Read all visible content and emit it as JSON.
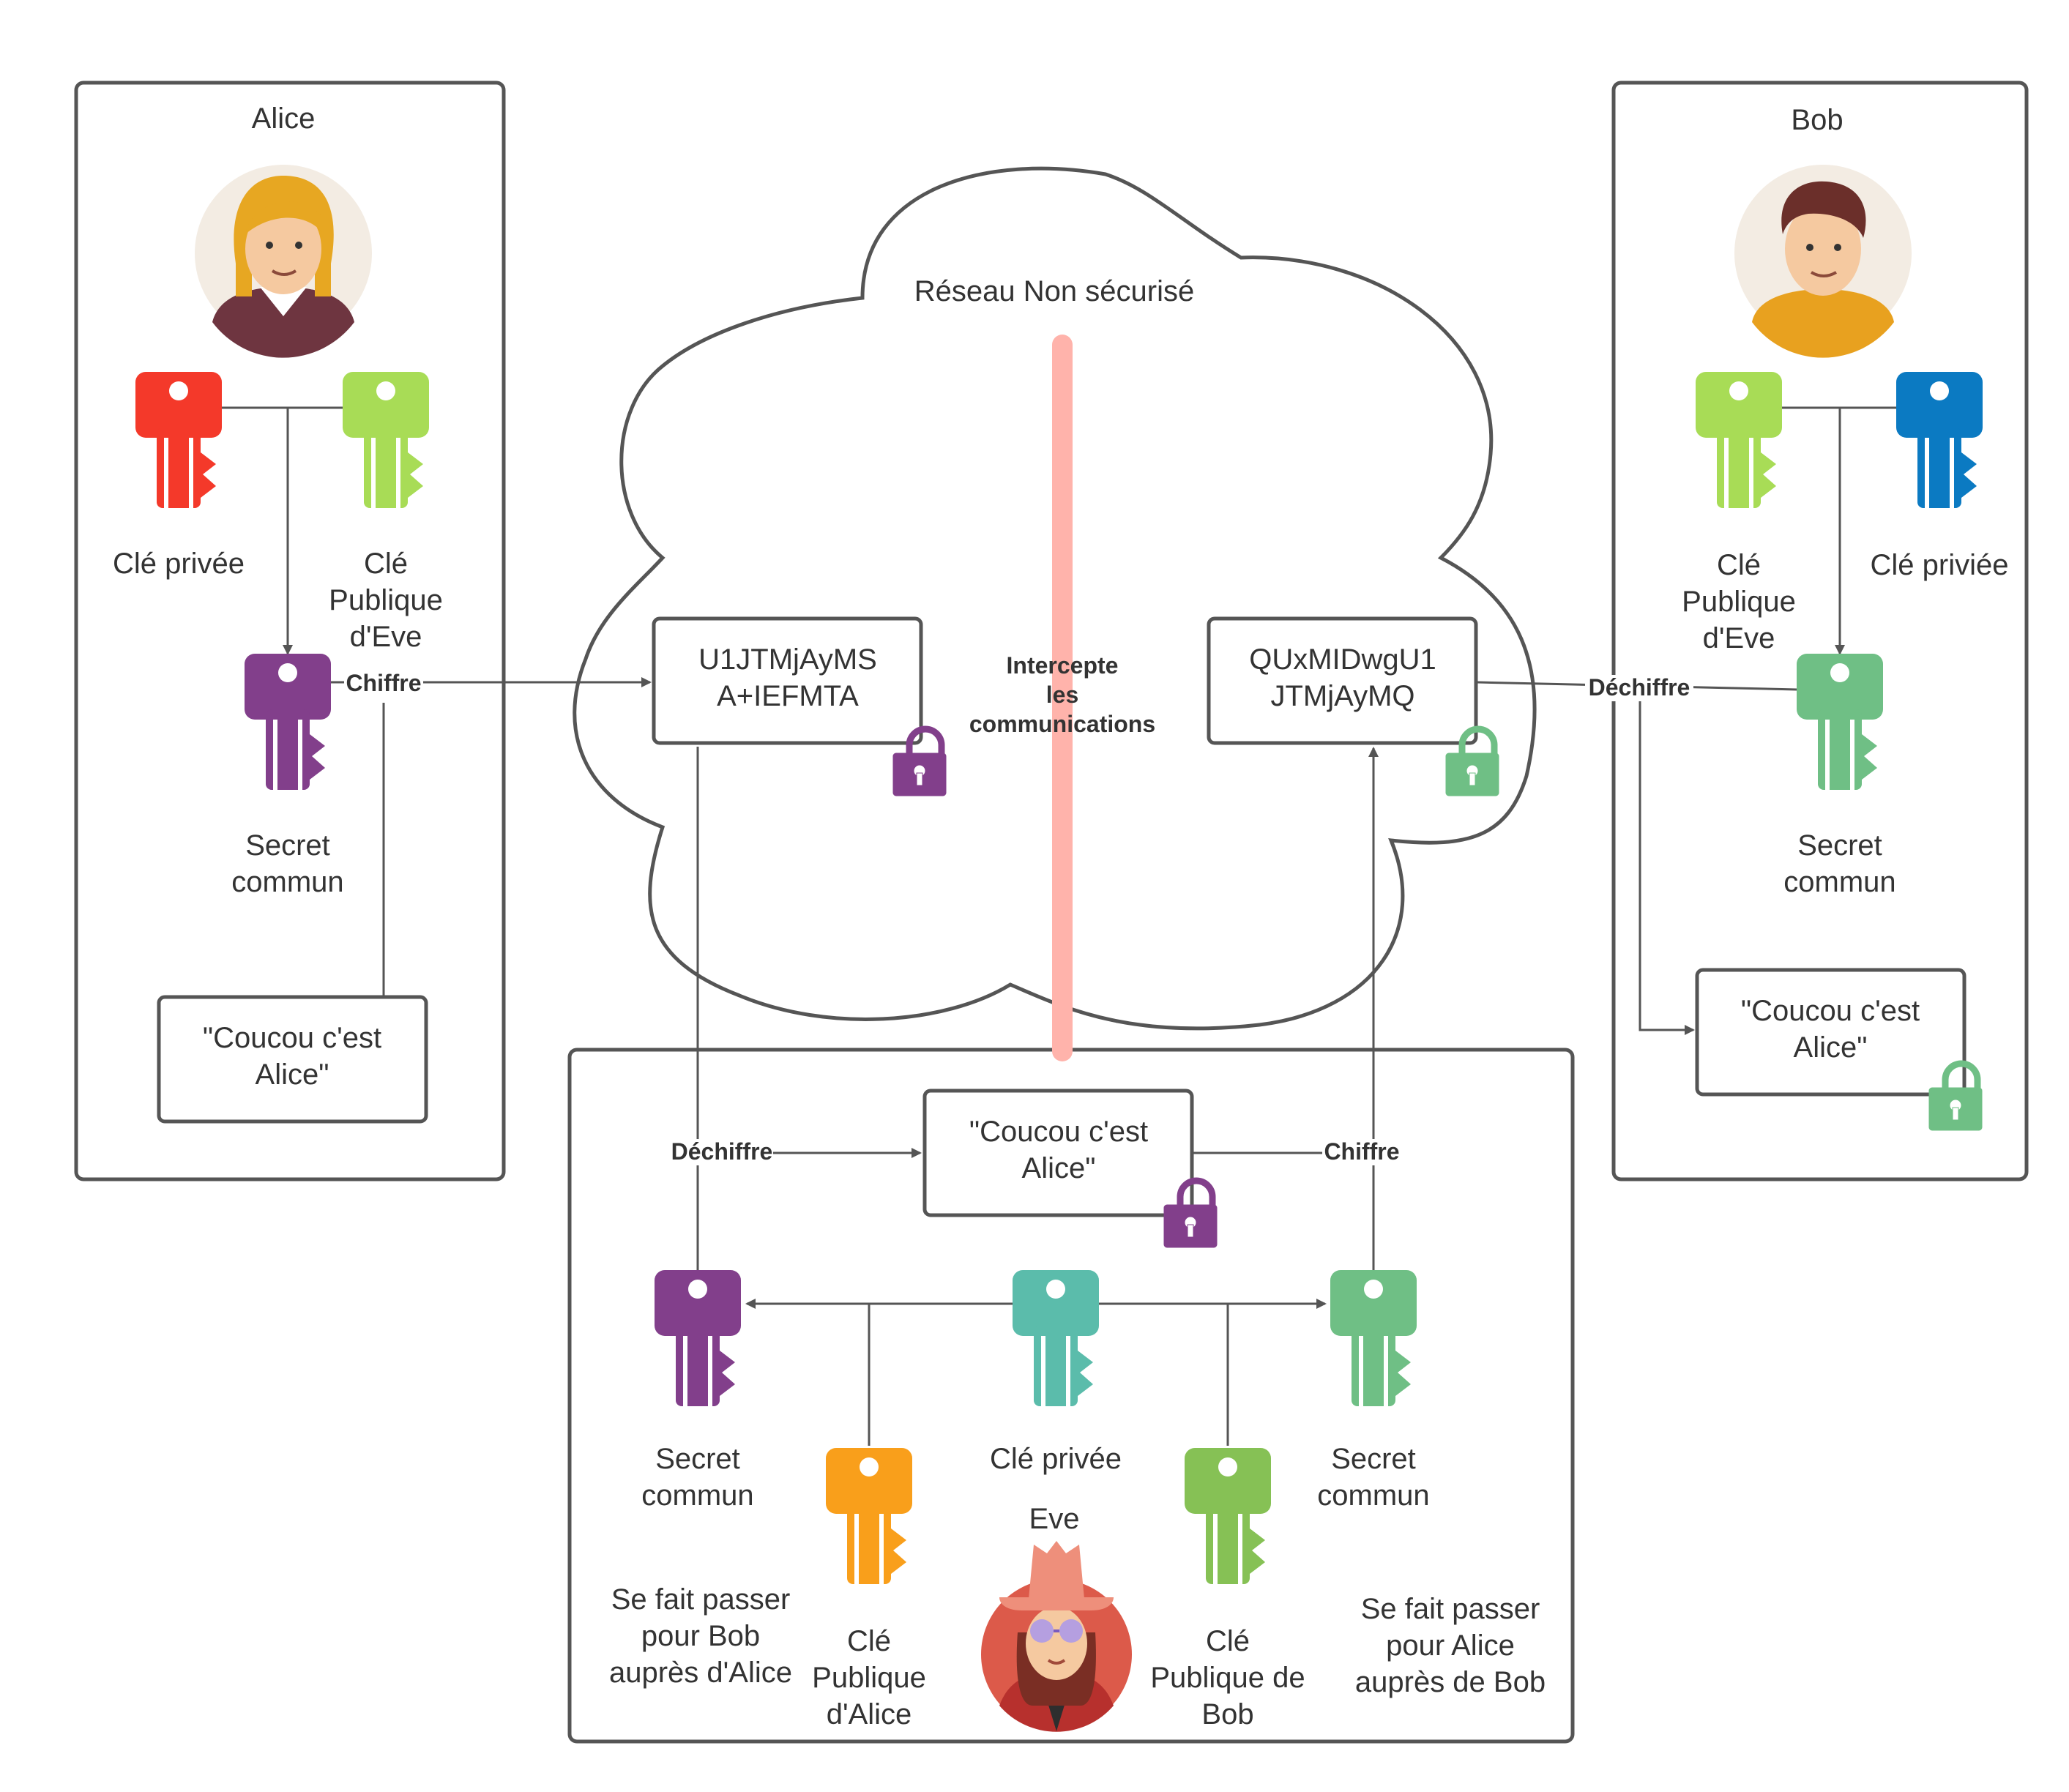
{
  "alice": {
    "title": "Alice",
    "private_key_label": "Clé privée",
    "eve_public_key_label": [
      "Clé",
      "Publique",
      "d'Eve"
    ],
    "secret_label": [
      "Secret",
      "commun"
    ],
    "encrypt_label": "Chiffre",
    "message": [
      "\"Coucou c'est",
      "Alice\""
    ],
    "colors": {
      "private_key": "#f4392a",
      "eve_public_key": "#a8dc56",
      "secret": "#823f8b"
    }
  },
  "bob": {
    "title": "Bob",
    "eve_public_key_label": [
      "Clé",
      "Publique",
      "d'Eve"
    ],
    "private_key_label": "Clé priviée",
    "secret_label": [
      "Secret",
      "commun"
    ],
    "decrypt_label": "Déchiffre",
    "message": [
      "\"Coucou c'est",
      "Alice\""
    ],
    "colors": {
      "eve_public_key": "#a8dc56",
      "private_key": "#0b7ac2",
      "secret": "#6fbf85"
    }
  },
  "network": {
    "title": "Réseau Non sécurisé",
    "cipher_left": [
      "U1JTMjAyMS",
      "A+IEFMTA"
    ],
    "cipher_right": [
      "QUxMIDwgU1",
      "JTMjAyMQ"
    ],
    "intercept_label": [
      "Intercepte",
      "les",
      "communications"
    ],
    "intercept_color": "#ffb3ab"
  },
  "eve": {
    "title": "Eve",
    "decrypt_label": "Déchiffre",
    "encrypt_label": "Chiffre",
    "message": [
      "\"Coucou c'est",
      "Alice\""
    ],
    "secret_left_label": [
      "Secret",
      "commun"
    ],
    "private_key_label": "Clé privée",
    "secret_right_label": [
      "Secret",
      "commun"
    ],
    "alice_public_key_label": [
      "Clé",
      "Publique",
      "d'Alice"
    ],
    "bob_public_key_label": [
      "Clé",
      "Publique de",
      "Bob"
    ],
    "impersonate_bob": [
      "Se fait passer",
      "pour Bob",
      "auprès d'Alice"
    ],
    "impersonate_alice": [
      "Se fait passer",
      "pour Alice",
      "auprès de Bob"
    ],
    "colors": {
      "secret_left": "#823f8b",
      "private_key": "#5bbcab",
      "secret_right": "#6fbf85",
      "alice_public_key": "#f99f1b",
      "bob_public_key": "#86c155"
    }
  },
  "icons": [
    "key-icon",
    "padlock-icon",
    "avatar-alice",
    "avatar-bob",
    "avatar-eve",
    "cloud-shape"
  ]
}
